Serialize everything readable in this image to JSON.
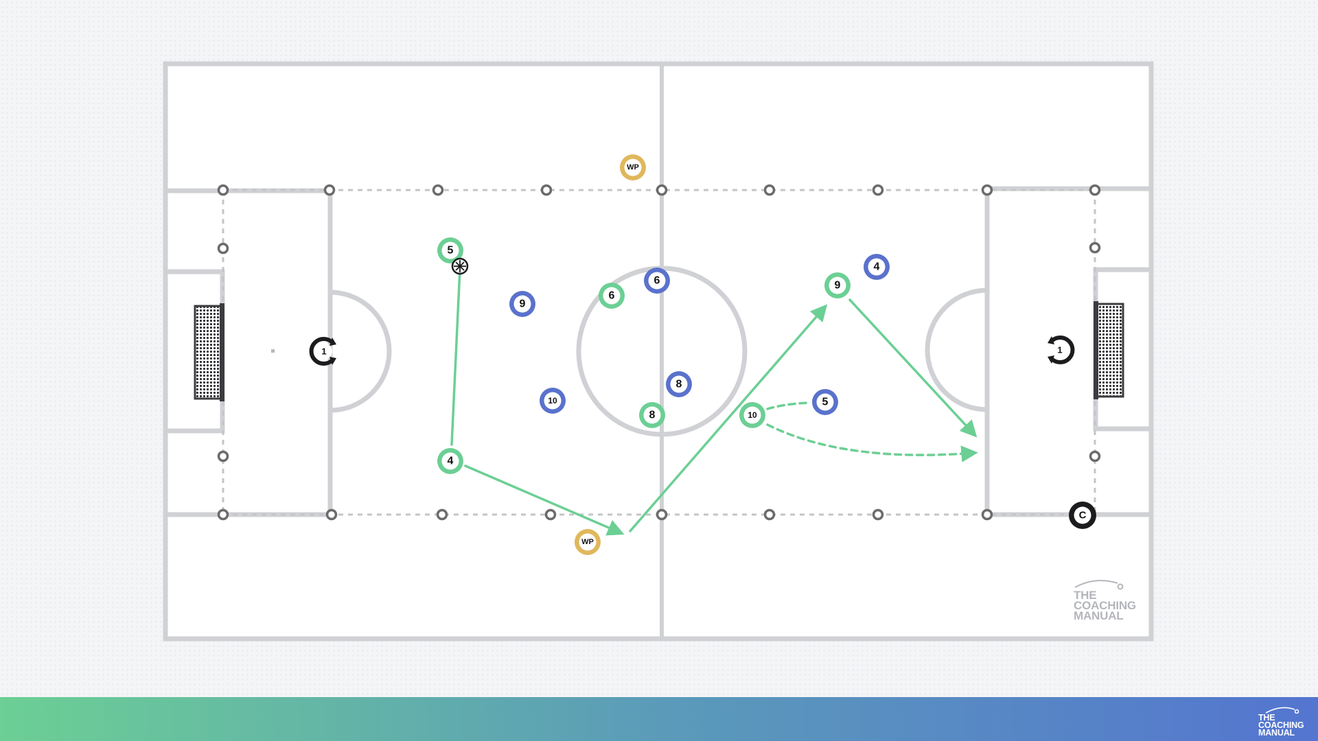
{
  "colors": {
    "line": "#d0d1d5",
    "team_green": "#6ccf94",
    "team_blue": "#5a72cc",
    "wide_player": "#e0b85c",
    "coach_black": "#1c1c1e",
    "marker": "#6b6b6b",
    "arrow": "#6ccf94"
  },
  "green_players": [
    "5",
    "6",
    "4",
    "8",
    "9",
    "10"
  ],
  "blue_players": [
    "9",
    "6",
    "10",
    "8",
    "4",
    "5"
  ],
  "wide_players": [
    "WP",
    "WP"
  ],
  "goalkeepers": [
    "1",
    "1"
  ],
  "coach": "C",
  "watermark": [
    "THE",
    "COACHING",
    "MANUAL"
  ],
  "footer_logo": [
    "THE",
    "COACHING",
    "MANUAL"
  ]
}
